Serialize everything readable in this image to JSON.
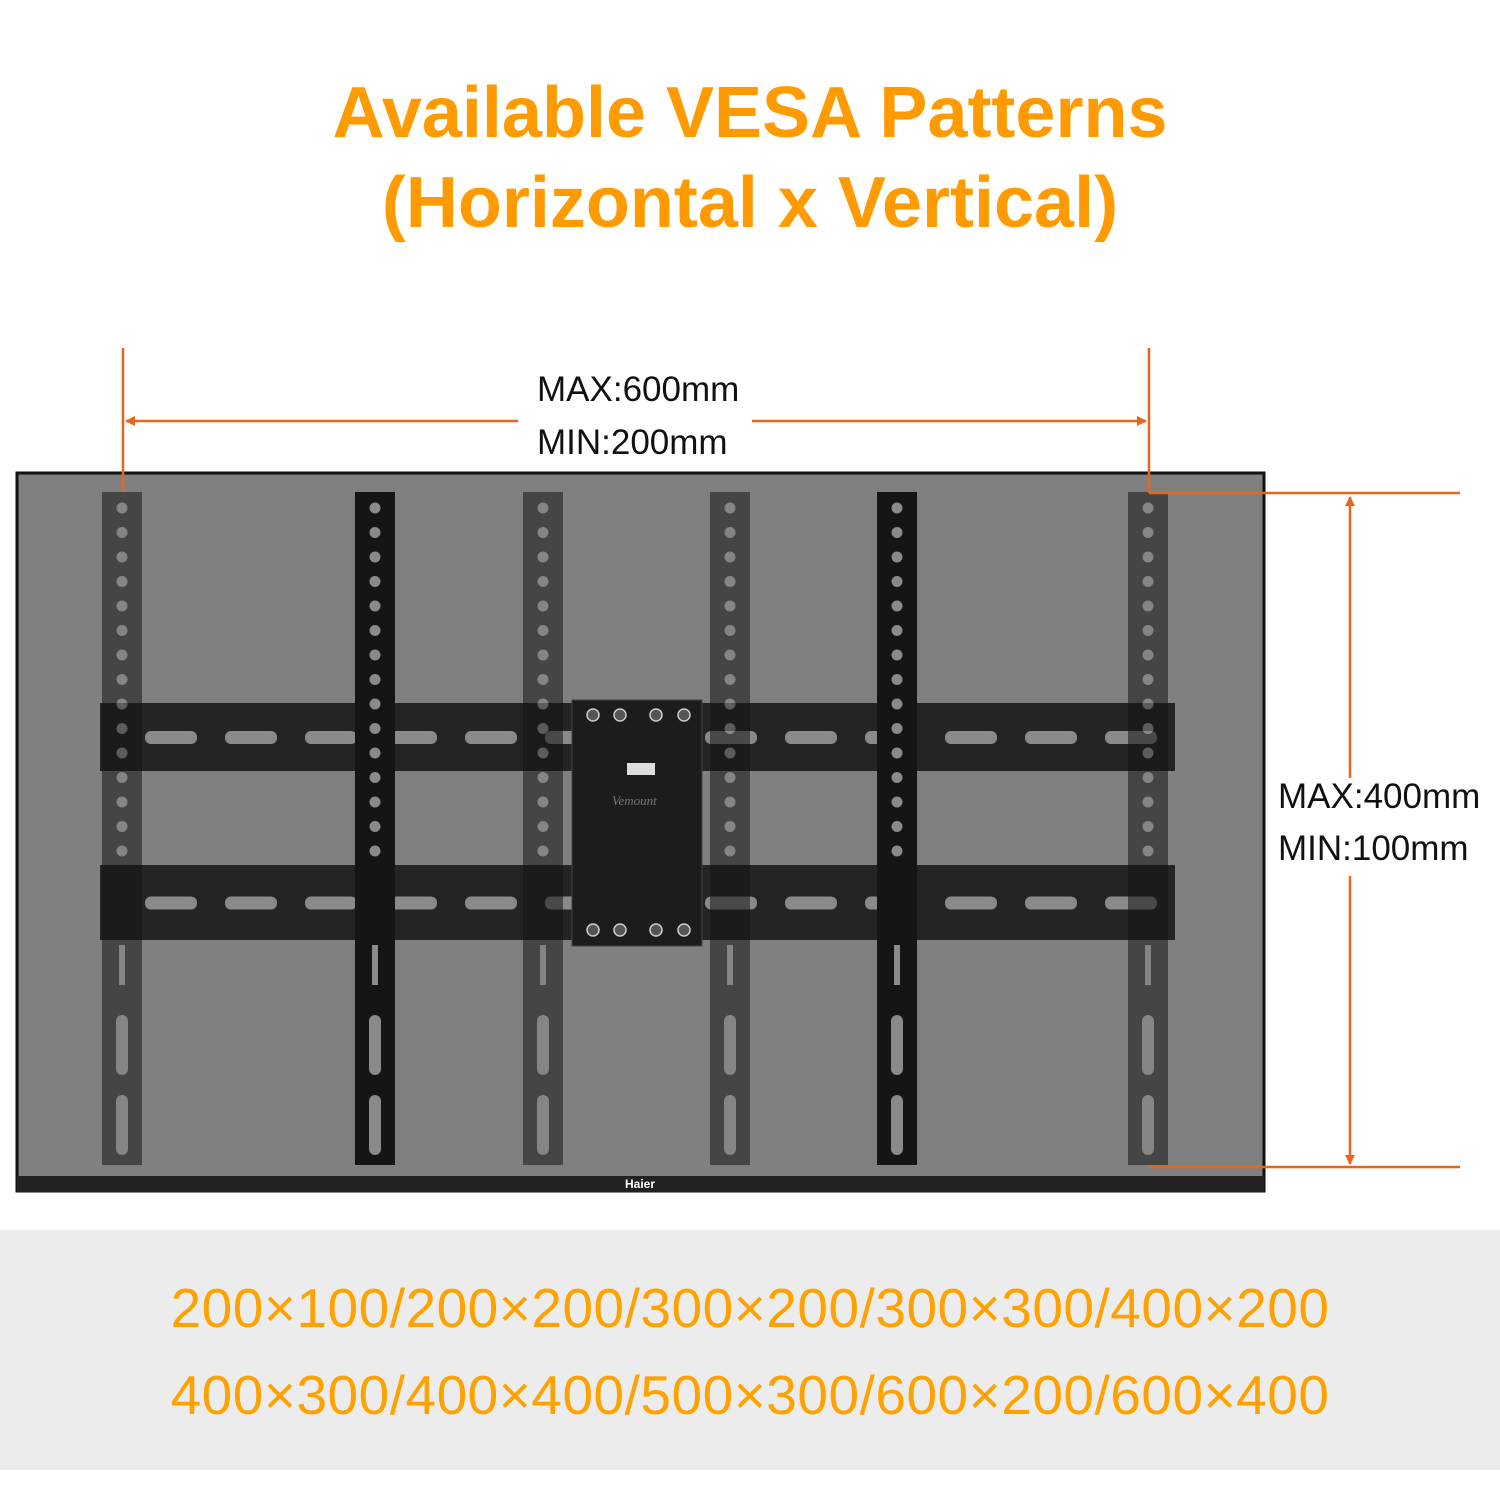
{
  "title": {
    "line1": "Available VESA Patterns",
    "line2": "(Horizontal x Vertical)"
  },
  "horizontal": {
    "max": "MAX:600mm",
    "min": "MIN:200mm"
  },
  "vertical": {
    "max": "MAX:400mm",
    "min": "MIN:100mm"
  },
  "patterns": {
    "line1": "200×100/200×200/300×200/300×300/400×200",
    "line2": "400×300/400×400/500×300/600×200/600×400"
  },
  "tv_logo": "Haier",
  "mount_logo": "Vemount",
  "colors": {
    "title": "#ff9a00",
    "dimension": "#e8661a",
    "patterns": "#ffa200",
    "band": "#ececec"
  }
}
